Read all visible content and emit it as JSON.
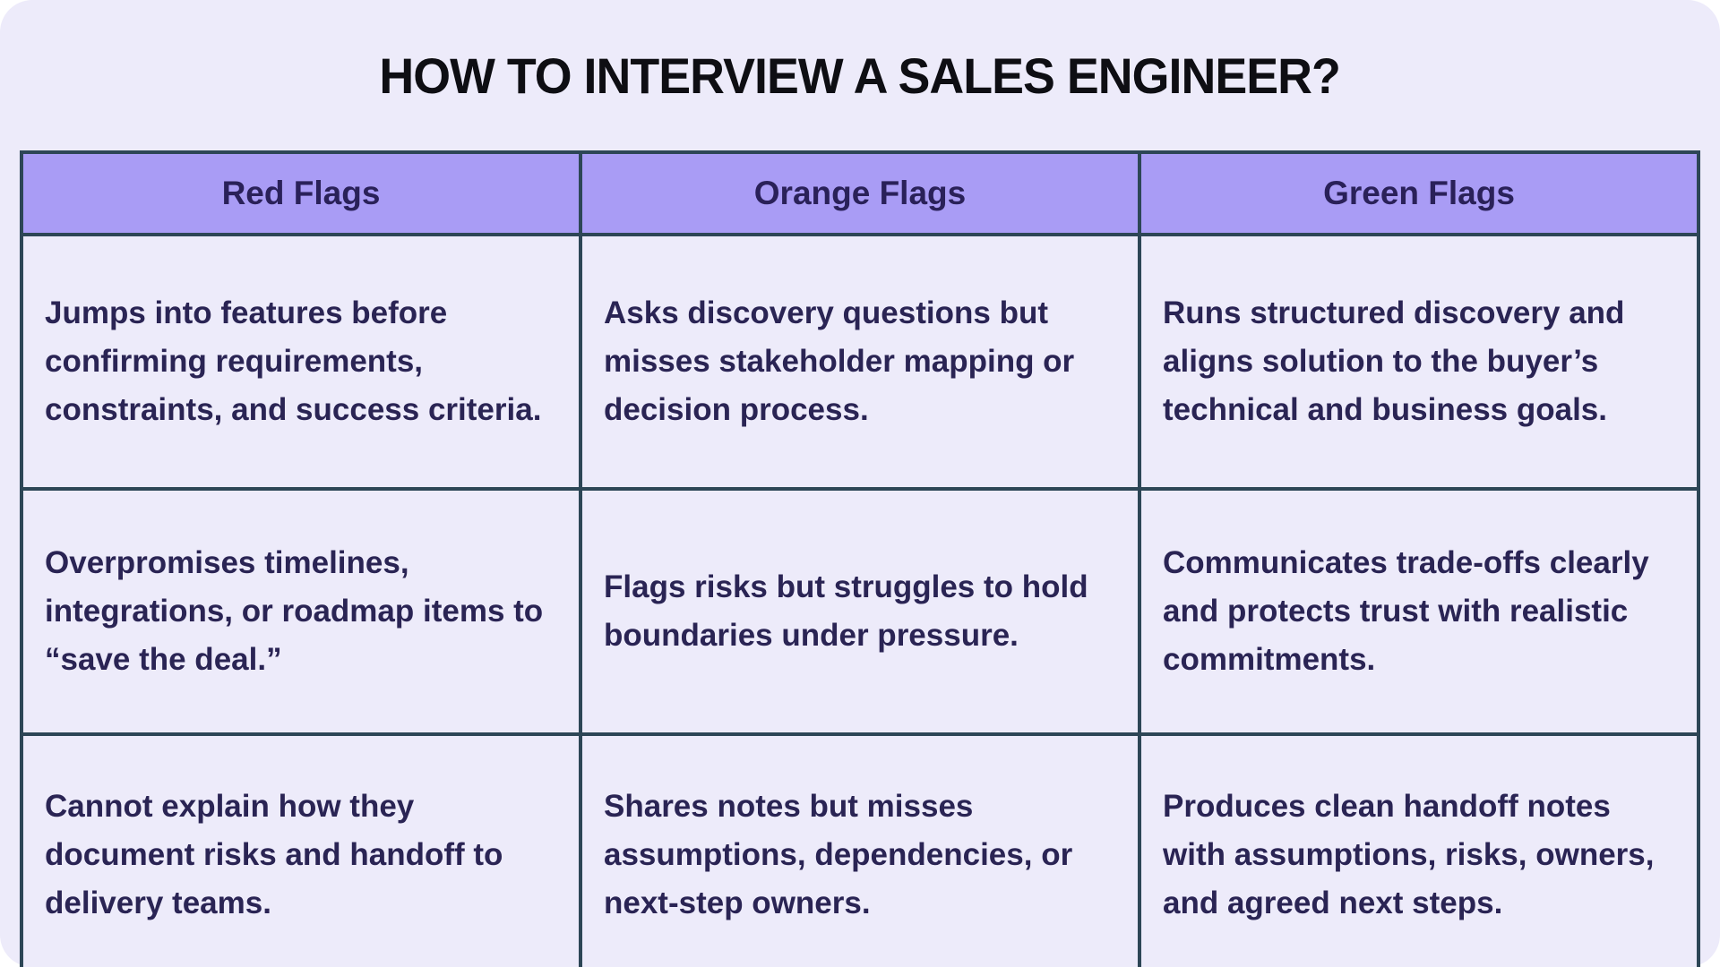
{
  "page": {
    "title": "HOW TO INTERVIEW A SALES ENGINEER?"
  },
  "colors": {
    "card_background": "#edebfa",
    "header_background": "#a99cf5",
    "cell_background": "#edebfa",
    "table_border": "#2d4656",
    "header_text": "#2a2159",
    "body_text": "#2a2454",
    "title_text": "#0e0e13",
    "page_background": "#ffffff"
  },
  "table": {
    "columns": [
      "Red Flags",
      "Orange Flags",
      "Green Flags"
    ],
    "rows": [
      [
        "Jumps into features before confirming requirements, constraints, and success criteria.",
        "Asks discovery questions but misses stakeholder mapping or decision process.",
        "Runs structured discovery and aligns solution to the buyer’s technical and business goals."
      ],
      [
        "Overpromises timelines, integrations, or roadmap items to “save the deal.”",
        "Flags risks but struggles to hold boundaries under pressure.",
        "Communicates trade-offs clearly and protects trust with realistic commitments."
      ],
      [
        "Cannot explain how they document risks and handoff to delivery teams.",
        "Shares notes but misses assumptions, dependencies, or next-step owners.",
        "Produces clean handoff notes with assumptions, risks, owners, and agreed next steps."
      ]
    ]
  }
}
